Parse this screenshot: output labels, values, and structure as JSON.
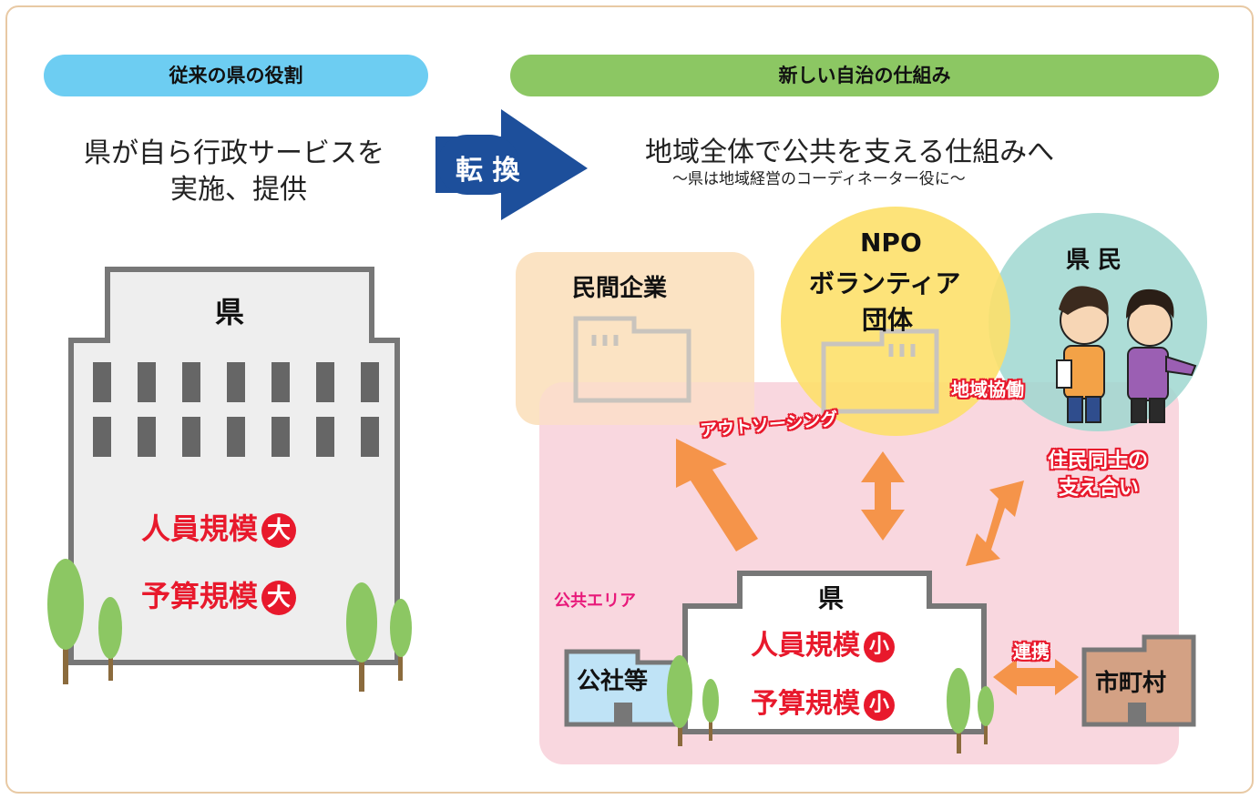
{
  "left": {
    "header": "従来の県の役割",
    "description_line1": "県が自ら行政サービスを",
    "description_line2": "実施、提供",
    "building_label": "県",
    "staff_scale": "人員規模",
    "staff_badge": "大",
    "budget_scale": "予算規模",
    "budget_badge": "大"
  },
  "transition": {
    "label": "転 換"
  },
  "right": {
    "header": "新しい自治の仕組み",
    "description_line1": "地域全体で公共を支える仕組みへ",
    "description_line2": "〜県は地域経営のコーディネーター役に〜",
    "private_company": "民間企業",
    "npo_line1": "NPO",
    "npo_line2": "ボランティア",
    "npo_line3": "団体",
    "citizens": "県 民",
    "public_area": "公共エリア",
    "outsourcing": "アウトソーシング",
    "regional_cooperation": "地域協働",
    "mutual_support_line1": "住民同士の",
    "mutual_support_line2": "支え合い",
    "cooperation": "連携",
    "corporation": "公社等",
    "municipalities": "市町村",
    "prefecture_label": "県",
    "staff_scale": "人員規模",
    "staff_badge": "小",
    "budget_scale": "予算規模",
    "budget_badge": "小"
  },
  "colors": {
    "left_header": "#6dcdf2",
    "right_header": "#8cc763",
    "arrow_blue": "#1d4f9b",
    "accent_red": "#e8192c",
    "orange_arrow": "#f5944a",
    "public_area": "#f9d4dc",
    "private_bg": "#fbe3c3",
    "npo_bg": "#fde06a",
    "citizen_bg": "#9fd7d0",
    "tree_green": "#8cc763",
    "trunk_brown": "#8b6b3d",
    "building_gray": "#777777",
    "municipal_brown": "#d3a184",
    "corporation_blue": "#bfe3f6"
  }
}
